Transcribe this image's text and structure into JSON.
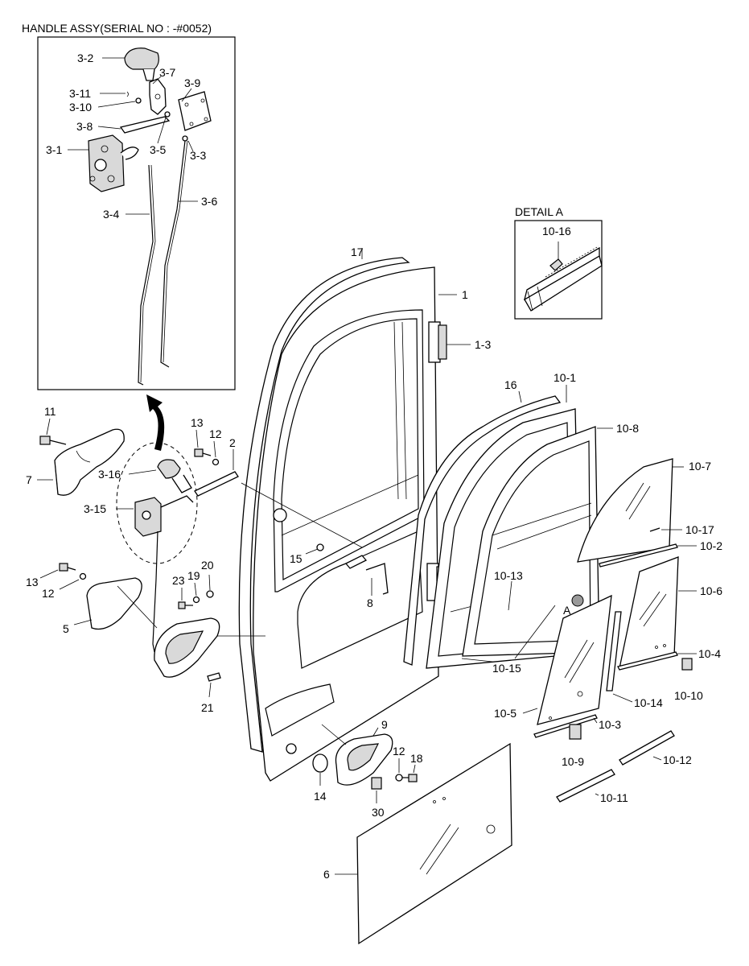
{
  "title": "HANDLE ASSY(SERIAL NO : -#0052)",
  "detail_title": "DETAIL A",
  "callouts": {
    "c3_2": "3-2",
    "c3_7": "3-7",
    "c3_9": "3-9",
    "c3_11": "3-11",
    "c3_10": "3-10",
    "c3_8": "3-8",
    "c3_1": "3-1",
    "c3_5": "3-5",
    "c3_3": "3-3",
    "c3_4": "3-4",
    "c3_6": "3-6",
    "c10_16": "10-16",
    "c17": "17",
    "c1": "1",
    "c1_3": "1-3",
    "c16": "16",
    "c10_1": "10-1",
    "c10_8": "10-8",
    "c10_7": "10-7",
    "c10_17": "10-17",
    "c10_2": "10-2",
    "c10_6": "10-6",
    "c10_4": "10-4",
    "c10_10": "10-10",
    "c10_14": "10-14",
    "c10_13": "10-13",
    "cA": "A",
    "c10_15": "10-15",
    "c10_5": "10-5",
    "c10_3": "10-3",
    "c10_9": "10-9",
    "c10_12": "10-12",
    "c10_11": "10-11",
    "c11": "11",
    "c7": "7",
    "c3_16": "3-16",
    "c3_15": "3-15",
    "c13a": "13",
    "c12a": "12",
    "c2": "2",
    "c13b": "13",
    "c12b": "12",
    "c5": "5",
    "c23": "23",
    "c19": "19",
    "c20": "20",
    "c15": "15",
    "c8": "8",
    "c21": "21",
    "c9": "9",
    "c12c": "12",
    "c18": "18",
    "c14": "14",
    "c30": "30",
    "c6": "6"
  }
}
